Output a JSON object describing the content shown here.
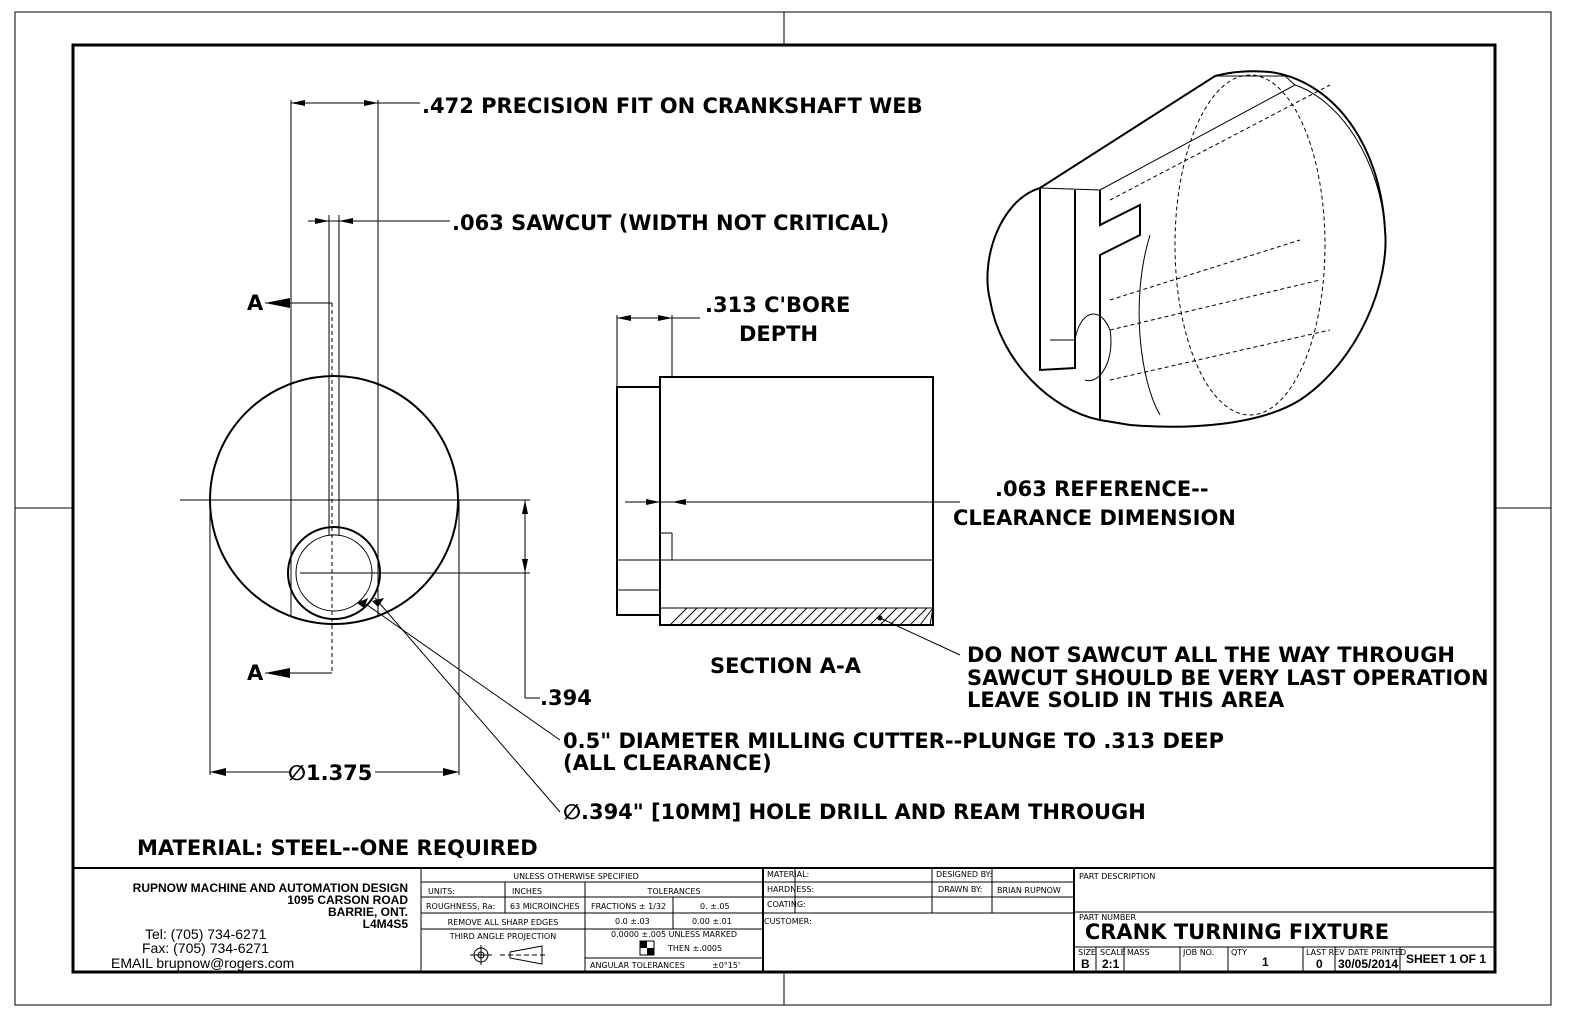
{
  "views": {
    "front": {
      "dim_472": ".472 PRECISION FIT ON CRANKSHAFT WEB",
      "dim_063": ".063 SAWCUT (WIDTH NOT CRITICAL)",
      "section_mark_top": "A",
      "section_mark_bottom": "A",
      "dim_394": ".394",
      "dim_dia": "∅1.375",
      "note_cutter_1": "0.5\" DIAMETER MILLING CUTTER--PLUNGE TO .313 DEEP",
      "note_cutter_2": "(ALL CLEARANCE)",
      "note_hole": "∅.394\" [10MM] HOLE DRILL AND REAM THROUGH"
    },
    "section": {
      "cbore_1": ".313 C'BORE",
      "cbore_2": "DEPTH",
      "title": "SECTION A-A",
      "ref_1": ".063 REFERENCE--",
      "ref_2": "CLEARANCE DIMENSION",
      "note_1": "DO NOT SAWCUT ALL THE WAY THROUGH",
      "note_2": "SAWCUT SHOULD BE VERY LAST OPERATION",
      "note_3": "LEAVE SOLID IN THIS AREA"
    },
    "material_note": "MATERIAL: STEEL--ONE REQUIRED"
  },
  "title_block": {
    "company": {
      "name": "RUPNOW MACHINE AND AUTOMATION DESIGN",
      "street": "1095 CARSON ROAD",
      "city": "BARRIE, ONT.",
      "postal": "L4M4S5",
      "tel": "Tel: (705) 734-6271",
      "fax": "Fax: (705) 734-6271",
      "email": "EMAIL brupnow@rogers.com"
    },
    "spec": {
      "header": "UNLESS OTHERWISE SPECIFIED",
      "units_label": "UNITS:",
      "units_value": "INCHES",
      "roughness_label": "ROUGHNESS, Ra:",
      "roughness_value": "63 MICROINCHES",
      "edges": "REMOVE ALL SHARP EDGES",
      "projection": "THIRD ANGLE PROJECTION",
      "tol_header": "TOLERANCES",
      "fractions": "FRACTIONS ± 1/32",
      "tol_0": "0.   ±.05",
      "tol_00": "0.0   ±.03",
      "tol_000": "0.00   ±.01",
      "tol_0000": "0.0000   ±.005 UNLESS MARKED",
      "then": "THEN  ±.0005",
      "angular_label": "ANGULAR TOLERANCES",
      "angular_value": "±0°15'"
    },
    "info": {
      "material_label": "MATERIAL:",
      "hardness_label": "HARDNESS:",
      "coating_label": "COATING:",
      "customer_label": "CUSTOMER:",
      "designed_label": "DESIGNED BY:",
      "drawn_label": "DRAWN BY:",
      "drawn_value": "BRIAN RUPNOW"
    },
    "part": {
      "description_label": "PART DESCRIPTION",
      "number_label": "PART NUMBER",
      "name": "CRANK TURNING FIXTURE",
      "size_label": "SIZE",
      "size": "B",
      "scale_label": "SCALE",
      "scale": "2:1",
      "mass_label": "MASS",
      "job_label": "JOB NO.",
      "qty_label": "QTY",
      "qty": "1",
      "rev_label": "LAST REV",
      "rev": "0",
      "date_label": "DATE PRINTED",
      "date": "30/05/2014",
      "sheet": "SHEET 1 OF 1"
    }
  }
}
